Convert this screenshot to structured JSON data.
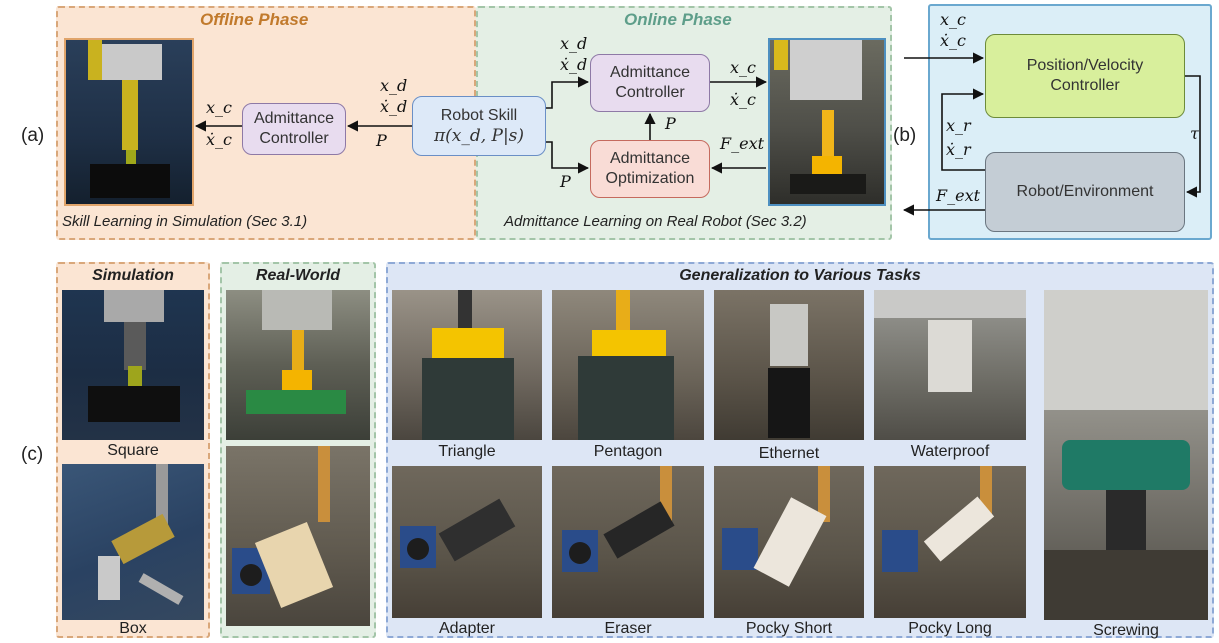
{
  "panel_a": {
    "label": "(a)",
    "offline": {
      "title": "Offline Phase",
      "caption": "Skill Learning in Simulation (Sec 3.1)",
      "controller_line1": "Admittance",
      "controller_line2": "Controller",
      "out_xc": "x_c",
      "out_xcdot": "ẋ_c",
      "in_xd": "x_d",
      "in_xddot": "ẋ_d",
      "in_p": "P"
    },
    "skill": {
      "line1": "Robot Skill",
      "line2": "π(x_d, P|s)"
    },
    "online": {
      "title": "Online Phase",
      "caption": "Admittance Learning on Real Robot (Sec 3.2)",
      "controller_line1": "Admittance",
      "controller_line2": "Controller",
      "optimization_line1": "Admittance",
      "optimization_line2": "Optimization",
      "in_xd": "x_d",
      "in_xddot": "ẋ_d",
      "out_xc": "x_c",
      "out_xcdot": "ẋ_c",
      "p_up": "P",
      "p_in": "P",
      "fext": "F_ext"
    }
  },
  "panel_b": {
    "label": "(b)",
    "in_xc": "x_c",
    "in_xcdot": "ẋ_c",
    "posvel_line1": "Position/Velocity",
    "posvel_line2": "Controller",
    "robot_env": "Robot/Environment",
    "xr": "x_r",
    "xrdot": "ẋ_r",
    "tau": "τ",
    "fext": "F_ext"
  },
  "panel_c": {
    "label": "(c)",
    "simulation_title": "Simulation",
    "realworld_title": "Real-World",
    "generalization_title": "Generalization to Various Tasks",
    "sim_labels": [
      "Square",
      "Box"
    ],
    "task_labels_top": [
      "Triangle",
      "Pentagon",
      "Ethernet",
      "Waterproof"
    ],
    "task_labels_bottom": [
      "Adapter",
      "Eraser",
      "Pocky Short",
      "Pocky Long"
    ],
    "screwing_label": "Screwing"
  },
  "colors": {
    "offline_bg": "#fbe5d3",
    "offline_border": "#d9a77a",
    "offline_title": "#c17a2c",
    "online_bg": "#e4efe5",
    "online_border": "#a3c5a8",
    "online_title": "#5e9e8a",
    "b_bg": "#dbeef7",
    "b_border": "#6aa8cf",
    "controller_fill": "#e8dcef",
    "skill_fill": "#dde9f8",
    "optimization_fill": "#f9dcd6",
    "posvel_fill": "#d8ef9c",
    "robot_env_fill": "#c4cdd5",
    "sim_border": "#d9a77a",
    "real_border": "#a3c5a8",
    "gen_border": "#8ea9d6",
    "gen_bg": "#dde6f5"
  }
}
